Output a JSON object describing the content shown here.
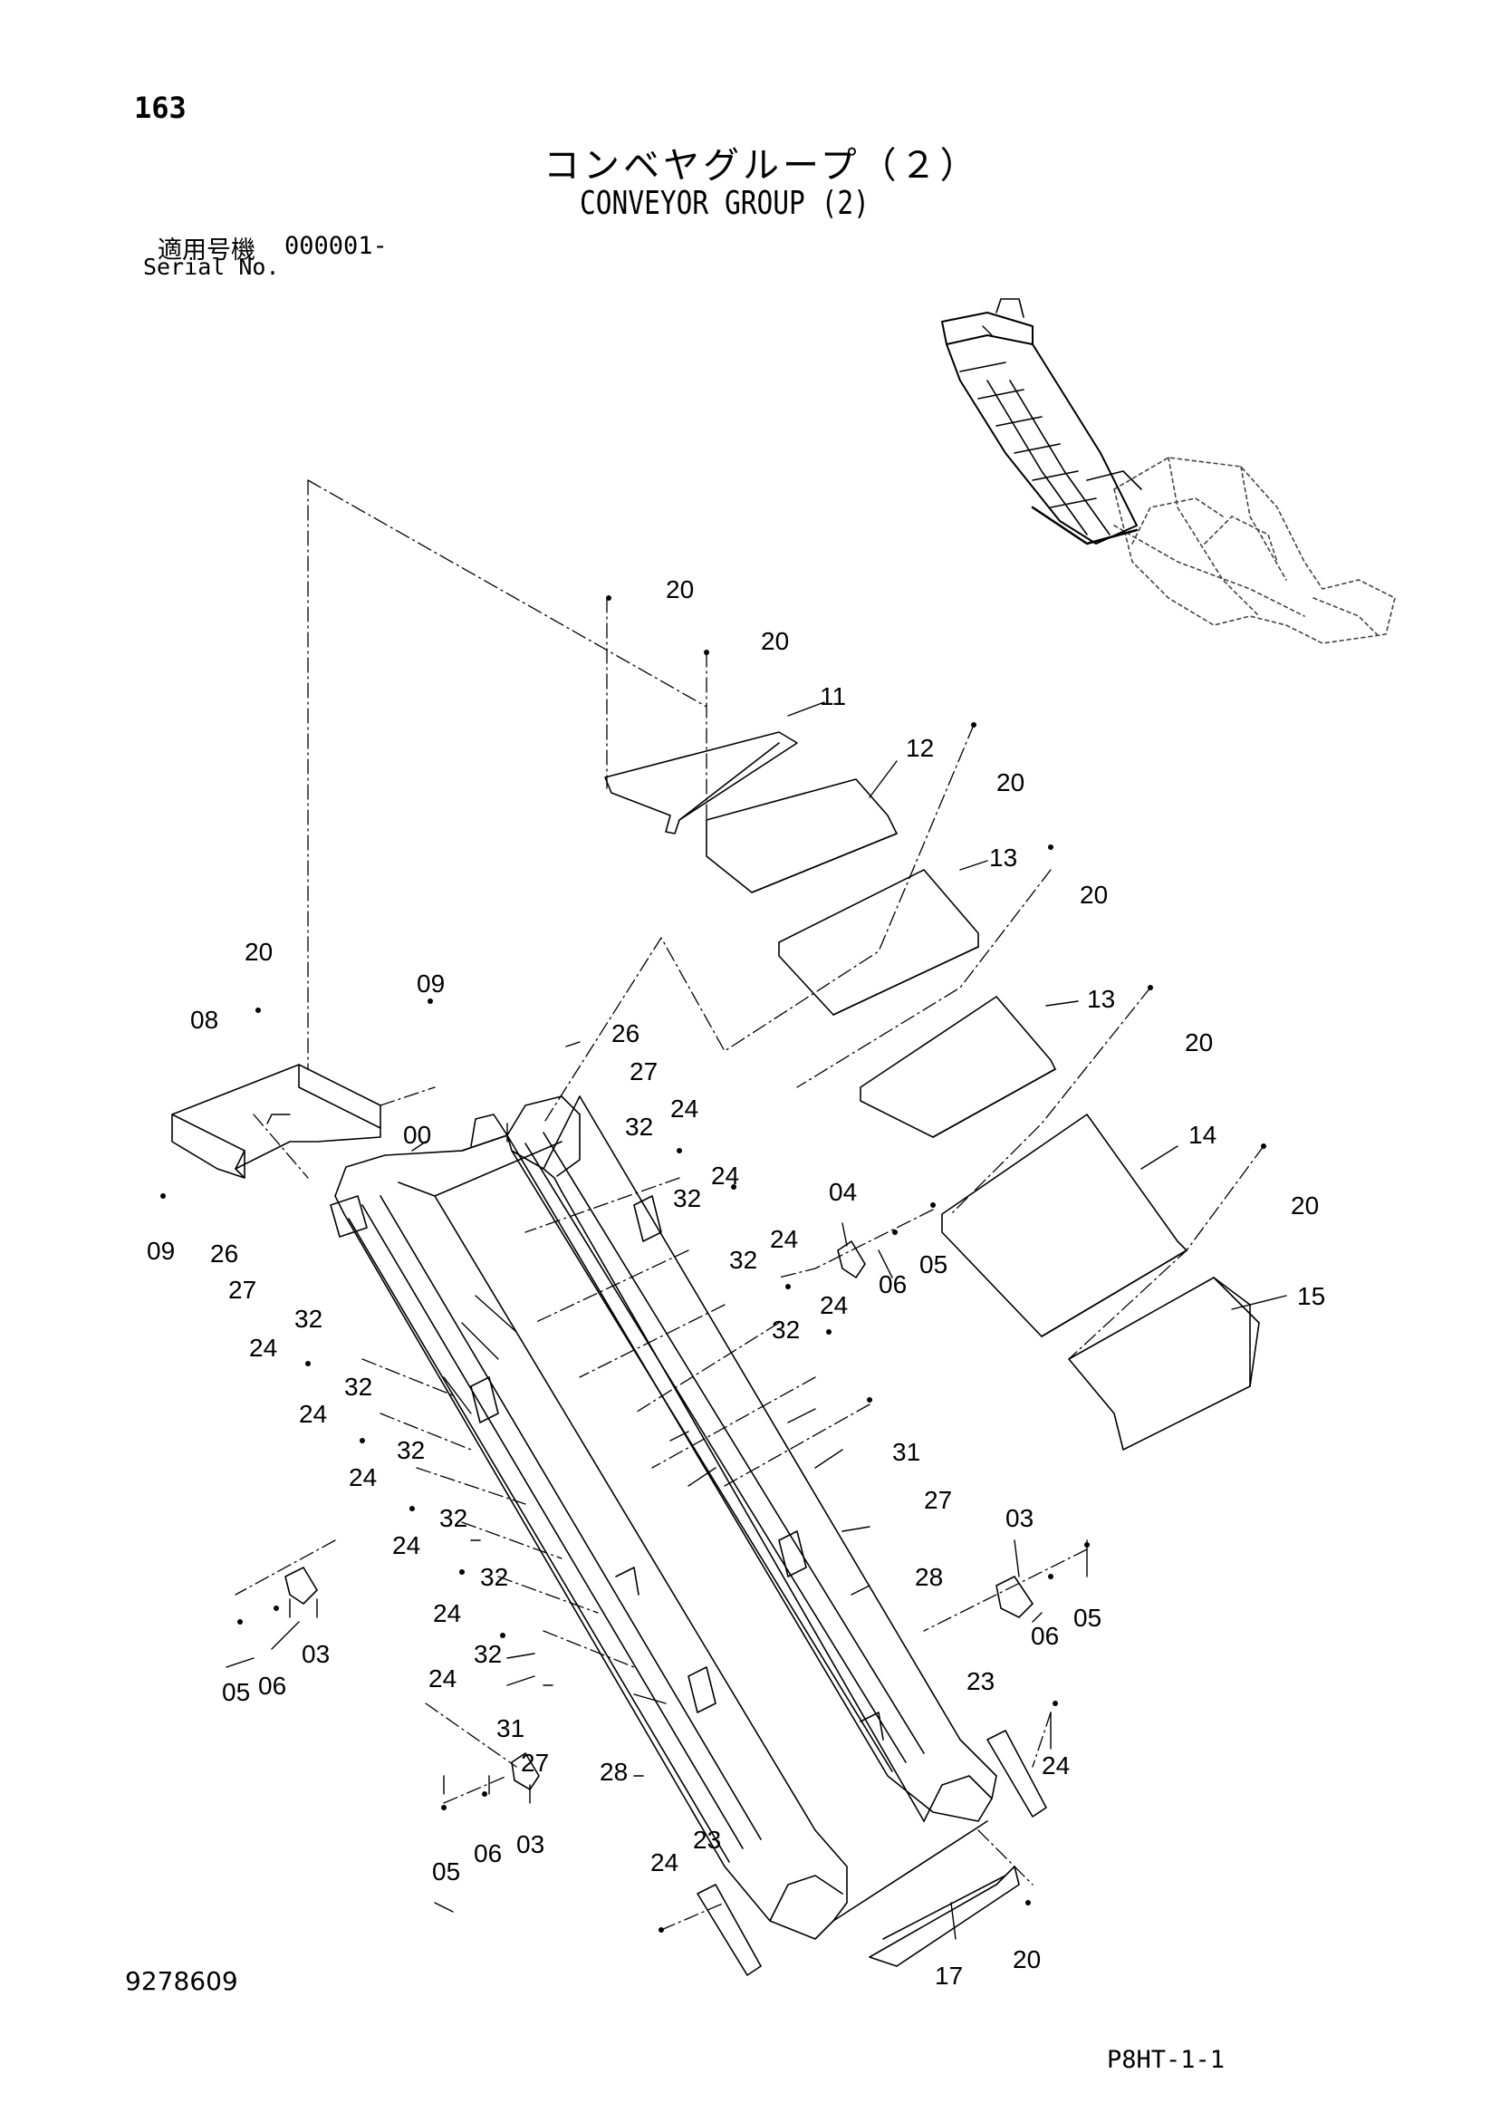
{
  "header": {
    "page_number": "163",
    "title_jp": "コンベヤグループ（２）",
    "title_en": "CONVEYOR GROUP (2)",
    "serial_label_jp": "適用号機",
    "serial_value": "000001-",
    "serial_label_en": "Serial No."
  },
  "footer": {
    "document_number": "9278609",
    "page_code": "P8HT-1-1"
  },
  "callouts": [
    "20",
    "20",
    "11",
    "12",
    "20",
    "13",
    "20",
    "13",
    "20",
    "14",
    "20",
    "15",
    "20",
    "09",
    "08",
    "09",
    "00",
    "26",
    "27",
    "26",
    "27",
    "24",
    "32",
    "24",
    "32",
    "24",
    "32",
    "24",
    "32",
    "31",
    "27",
    "04",
    "06",
    "05",
    "28",
    "03",
    "06",
    "05",
    "32",
    "24",
    "32",
    "24",
    "32",
    "24",
    "32",
    "24",
    "32",
    "24",
    "32",
    "24",
    "31",
    "27",
    "05",
    "06",
    "03",
    "28",
    "05",
    "06",
    "03",
    "23",
    "24",
    "23",
    "24",
    "17",
    "20"
  ]
}
